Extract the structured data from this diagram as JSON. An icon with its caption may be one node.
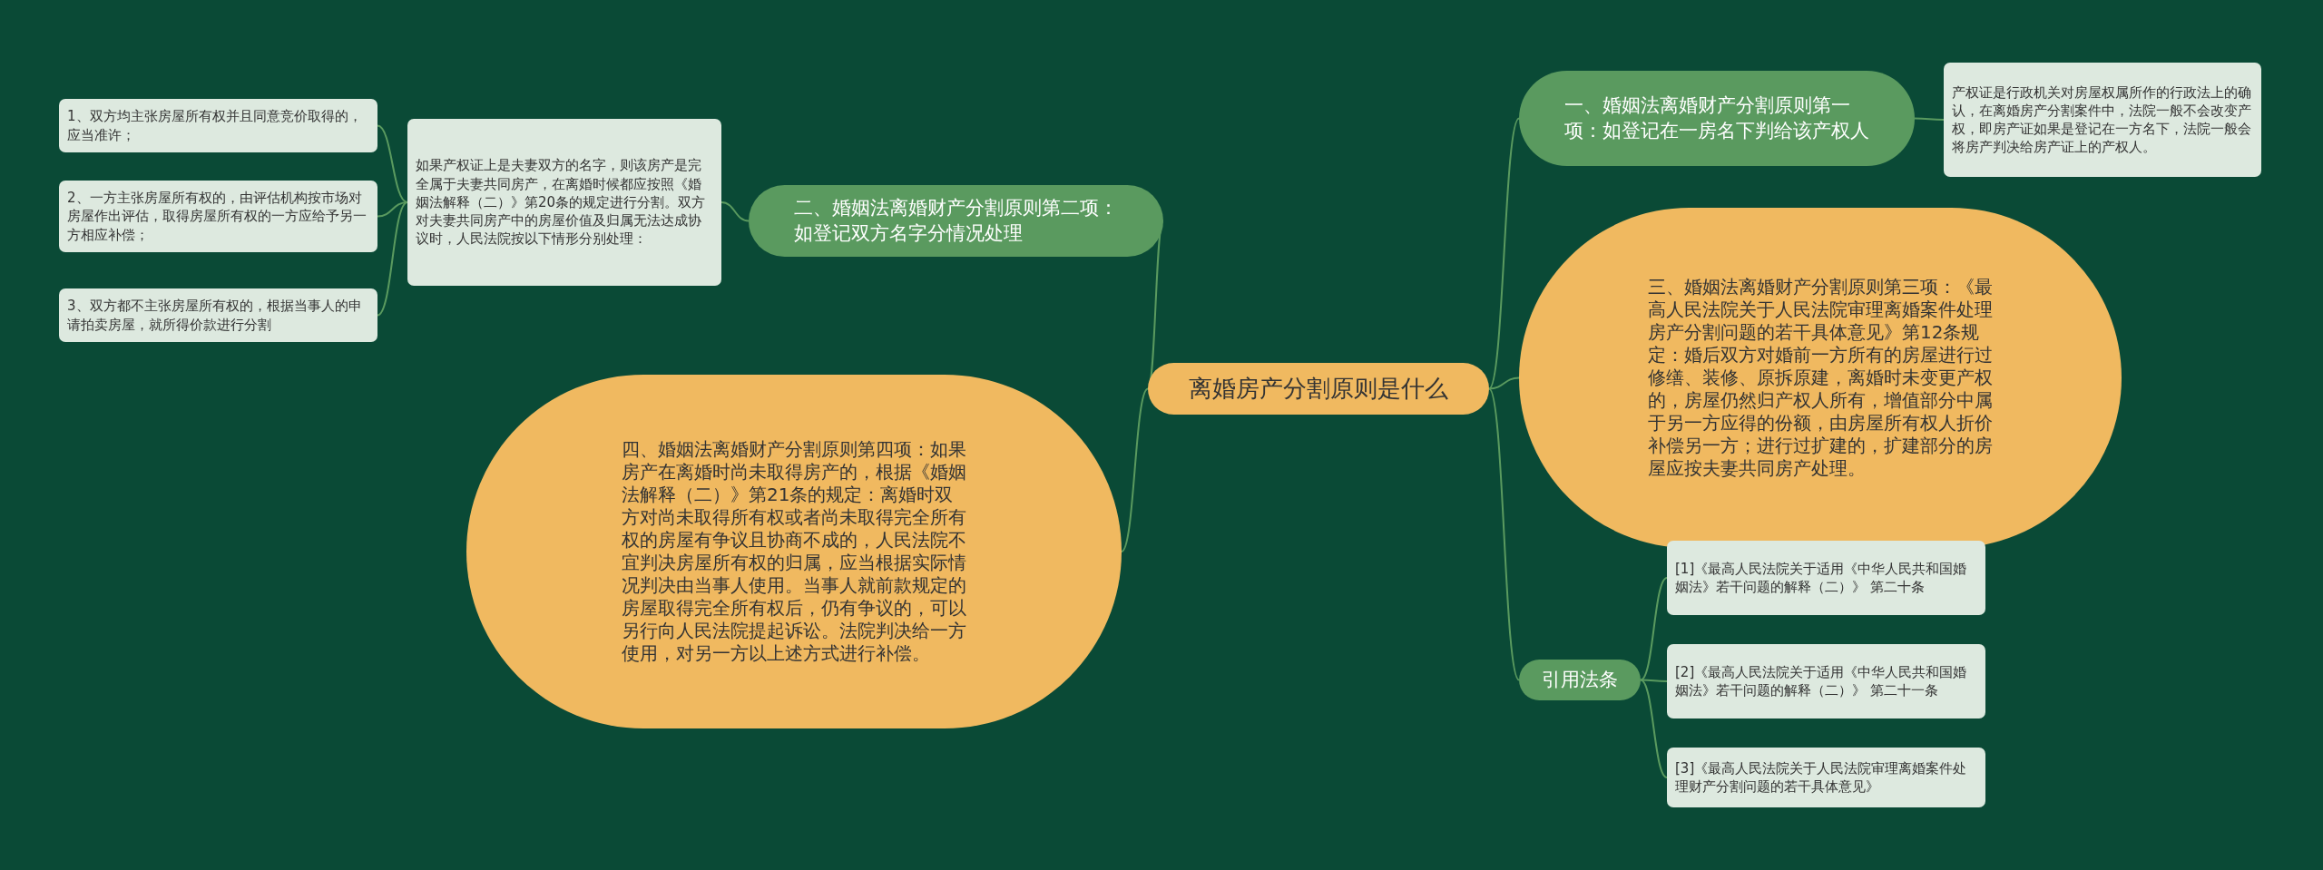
{
  "diagram": {
    "nodes": [
      {
        "text": [
          "离婚房产分割原则是什么"
        ]
      },
      {
        "text": [
          "一、婚姻法离婚财产分割原则第一项：如登记在一房名下判给该产权人"
        ]
      },
      {
        "text": [
          "产权证是行政机关对房屋权属所作的行政法上的确认，在离婚房产分割案件中，法院一般不会改变产权，即房产证如果是登记在一方名下，法院一般会将房产判决给房产证上的产权人。"
        ]
      },
      {
        "text": [
          "二、婚姻法离婚财产分割原则第二项：如登记双方名字分情况处理"
        ]
      },
      {
        "text": [
          "如果产权证上是夫妻双方的名字，则该房产是完全属于夫妻共同房产，在离婚时候都应按照《婚姻法解释（二）》第20条的规定进行分割。双方对夫妻共同房产中的房屋价值及归属无法达成协议时，人民法院按以下情形分别处理："
        ]
      },
      {
        "text": [
          "1、双方均主张房屋所有权并且同意竞价取得的，应当准许；"
        ]
      },
      {
        "text": [
          "2、一方主张房屋所有权的，由评估机构按市场对房屋作出评估，取得房屋所有权的一方应给予另一方相应补偿；"
        ]
      },
      {
        "text": [
          "3、双方都不主张房屋所有权的，根据当事人的申请拍卖房屋，就所得价款进行分割"
        ]
      },
      {
        "text": [
          "三、婚姻法离婚财产分割原则第三项：《最高人民法院关于人民法院审理离婚案件处理房产分割问题的若干具体意见》第12条规定：婚后双方对婚前一方所有的房屋进行过修缮、装修、原拆原建，离婚时未变更产权的，房屋仍然归产权人所有，增值部分中属于另一方应得的份额，由房屋所有权人折价补偿另一方；进行过扩建的，扩建部分的房屋应按夫妻共同房产处理。"
        ]
      },
      {
        "text": [
          "四、婚姻法离婚财产分割原则第四项：如果房产在离婚时尚未取得房产的，根据《婚姻法解释（二）》第21条的规定：离婚时双方对尚未取得所有权或者尚未取得完全所有权的房屋有争议且协商不成的，人民法院不宜判决房屋所有权的归属，应当根据实际情况判决由当事人使用。当事人就前款规定的房屋取得完全所有权后，仍有争议的，可以另行向人民法院提起诉讼。法院判决给一方使用，对另一方以上述方式进行补偿。"
        ]
      },
      {
        "text": [
          "引用法条"
        ]
      },
      {
        "text": [
          "[1]《最高人民法院关于适用《中华人民共和国婚姻法》若干问题的解释（二）》 第二十条"
        ]
      },
      {
        "text": [
          "[2]《最高人民法院关于适用《中华人民共和国婚姻法》若干问题的解释（二）》 第二十一条"
        ]
      },
      {
        "text": [
          "[3]《最高人民法院关于人民法院审理离婚案件处理财产分割问题的若干具体意见》"
        ]
      }
    ],
    "edges": [
      {
        "from": 0,
        "to": 1,
        "arrow": "none"
      },
      {
        "from": 1,
        "to": 2,
        "arrow": "none"
      },
      {
        "from": 0,
        "to": 3,
        "arrow": "none"
      },
      {
        "from": 3,
        "to": 4,
        "arrow": "none"
      },
      {
        "from": 4,
        "to": 5,
        "arrow": "none"
      },
      {
        "from": 4,
        "to": 6,
        "arrow": "none"
      },
      {
        "from": 4,
        "to": 7,
        "arrow": "none"
      },
      {
        "from": 0,
        "to": 8,
        "arrow": "none"
      },
      {
        "from": 0,
        "to": 9,
        "arrow": "none"
      },
      {
        "from": 0,
        "to": 10,
        "arrow": "none"
      },
      {
        "from": 10,
        "to": 11,
        "arrow": "none"
      },
      {
        "from": 10,
        "to": 12,
        "arrow": "none"
      },
      {
        "from": 10,
        "to": 13,
        "arrow": "none"
      }
    ]
  }
}
